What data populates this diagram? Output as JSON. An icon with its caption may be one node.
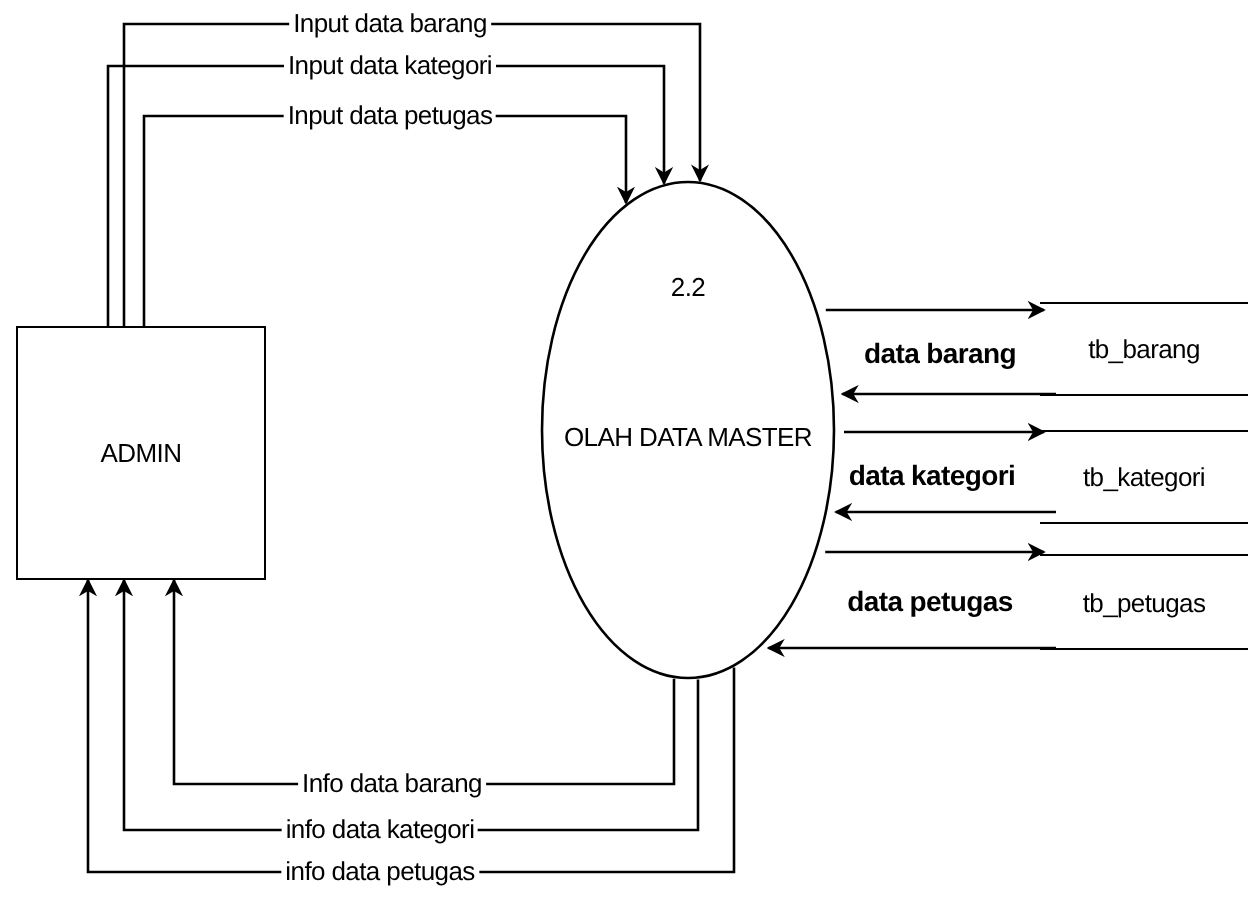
{
  "diagram": {
    "nodes": [
      {
        "text": [
          "ADMIN"
        ]
      },
      {
        "text": [
          "2.2",
          "OLAH DATA MASTER"
        ]
      },
      {
        "text": [
          "tb_barang"
        ]
      },
      {
        "text": [
          "tb_kategori"
        ]
      },
      {
        "text": [
          "tb_petugas"
        ]
      }
    ],
    "edges": [
      {
        "from": 0,
        "to": 1,
        "arrow": "to",
        "label": "Input data barang"
      },
      {
        "from": 0,
        "to": 1,
        "arrow": "to",
        "label": "Input data kategori"
      },
      {
        "from": 0,
        "to": 1,
        "arrow": "to",
        "label": "Input data petugas"
      },
      {
        "from": 1,
        "to": 0,
        "arrow": "to",
        "label": "Info data barang"
      },
      {
        "from": 1,
        "to": 0,
        "arrow": "to",
        "label": "info data kategori"
      },
      {
        "from": 1,
        "to": 0,
        "arrow": "to",
        "label": "info data petugas"
      },
      {
        "from": 1,
        "to": 2,
        "arrow": "to",
        "label": "data barang"
      },
      {
        "from": 2,
        "to": 1,
        "arrow": "to"
      },
      {
        "from": 1,
        "to": 3,
        "arrow": "to",
        "label": "data kategori"
      },
      {
        "from": 3,
        "to": 1,
        "arrow": "to"
      },
      {
        "from": 1,
        "to": 4,
        "arrow": "to",
        "label": "data petugas"
      },
      {
        "from": 4,
        "to": 1,
        "arrow": "to"
      }
    ]
  }
}
